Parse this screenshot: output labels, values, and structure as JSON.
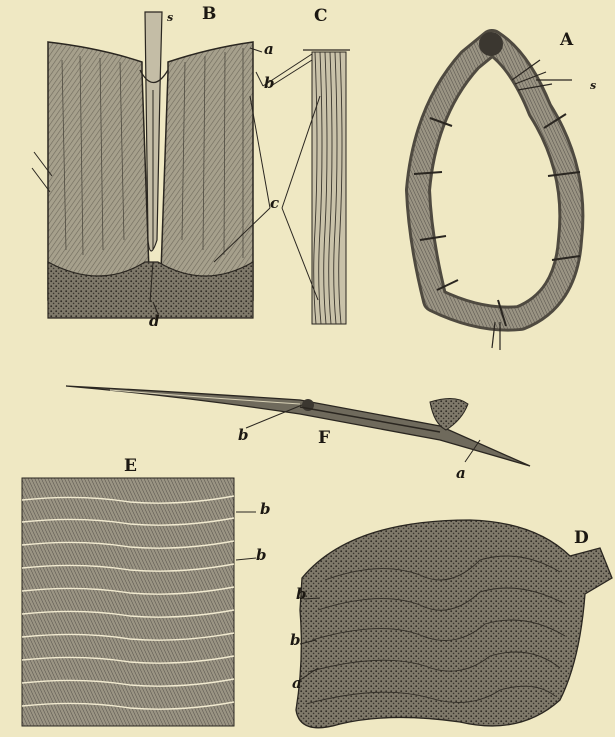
{
  "figures": {
    "A": "A",
    "B": "B",
    "C": "C",
    "D": "D",
    "E": "E",
    "F": "F"
  },
  "callouts": {
    "a": "a",
    "b": "b",
    "c": "c",
    "d": "d",
    "s": "s"
  },
  "colors": {
    "paper": "#efe8c3",
    "ink": "#1c1812",
    "tissue": "#a9a290",
    "dark_tissue": "#4f4a40"
  }
}
